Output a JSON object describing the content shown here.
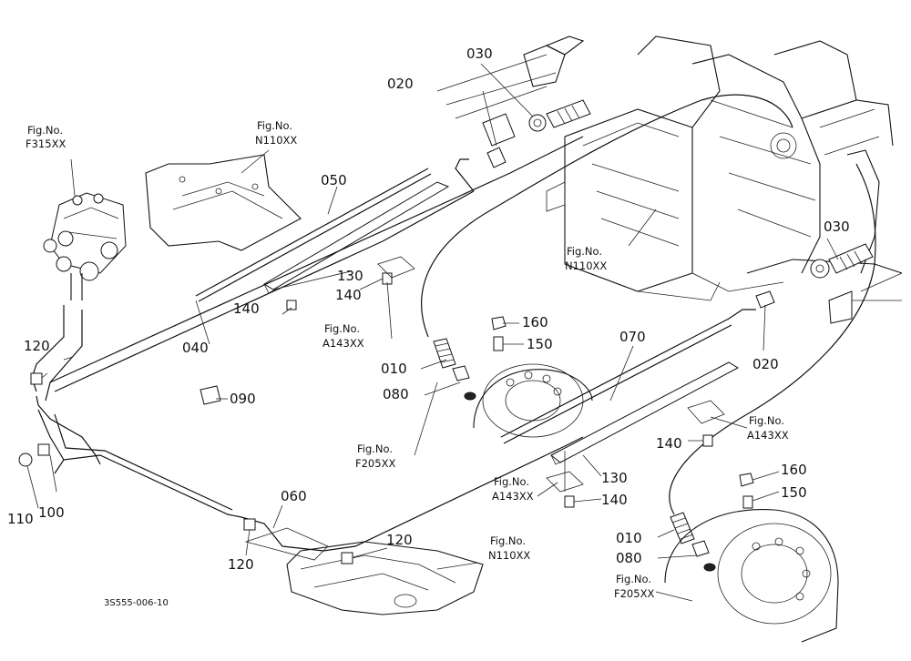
{
  "diagram": {
    "part_labels": {
      "p010a": "010",
      "p010b": "010",
      "p020a": "020",
      "p020b": "020",
      "p030a": "030",
      "p030b": "030",
      "p040": "040",
      "p050": "050",
      "p060": "060",
      "p070": "070",
      "p080a": "080",
      "p080b": "080",
      "p090": "090",
      "p100": "100",
      "p110": "110",
      "p120a": "120",
      "p120b": "120",
      "p120c": "120",
      "p130a": "130",
      "p130b": "130",
      "p140a": "140",
      "p140b": "140",
      "p140c": "140",
      "p140d": "140",
      "p150a": "150",
      "p150b": "150",
      "p160a": "160",
      "p160b": "160"
    },
    "fig_prefix": "Fig.No.",
    "fig_refs": {
      "f315": "F315XX",
      "n110a": "N110XX",
      "n110b": "N110XX",
      "n110c": "N110XX",
      "a143a": "A143XX",
      "a143b": "A143XX",
      "a143c": "A143XX",
      "f205a": "F205XX",
      "f205b": "F205XX"
    },
    "drawing_code": "3S555-006-10"
  }
}
